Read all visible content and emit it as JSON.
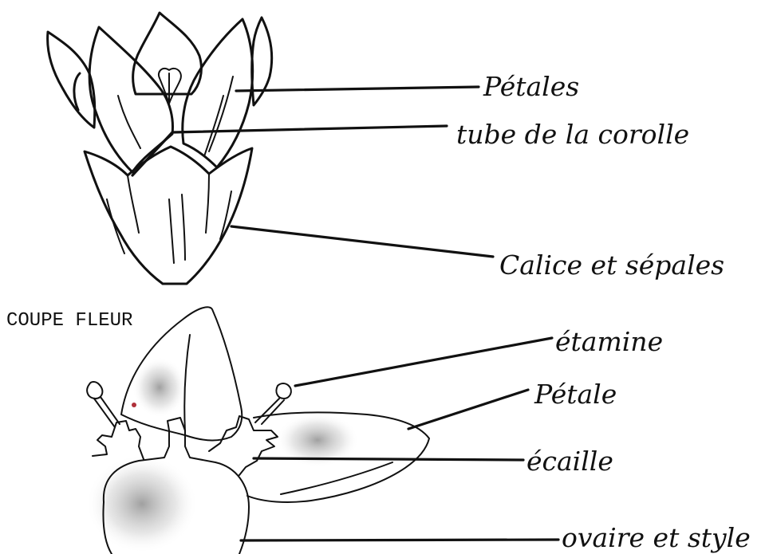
{
  "labels": {
    "petales": "Pétales",
    "tube": "tube de la corolle",
    "calice": "Calice et sépales",
    "section_title": "COUPE FLEUR",
    "etamine": "étamine",
    "petale": "Pétale",
    "ecaille": "écaille",
    "ovaire": "ovaire et style"
  },
  "colors": {
    "ink": "#111111",
    "shading": "#9a9a9a",
    "accent_dot": "#b0303a"
  }
}
